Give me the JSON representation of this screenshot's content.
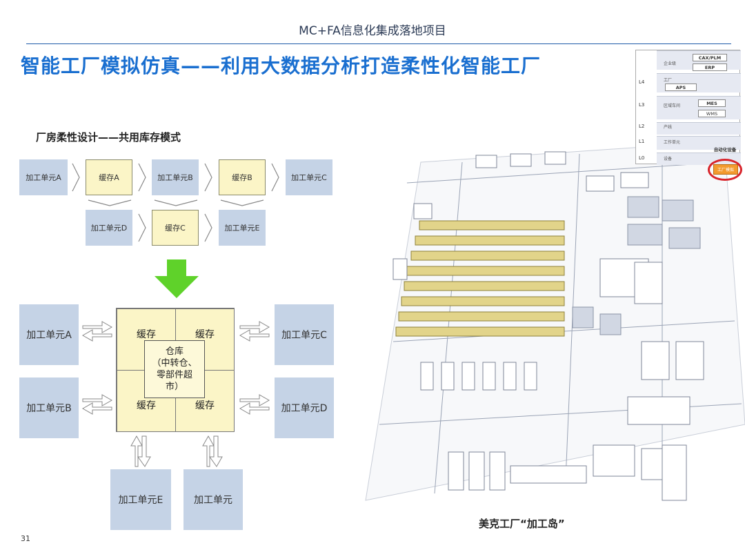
{
  "header": {
    "project_title": "MC+FA信息化集成落地项目"
  },
  "title": "智能工厂模拟仿真——利用大数据分析打造柔性化智能工厂",
  "flex_design": {
    "subtitle": "厂房柔性设计——共用库存模式",
    "row1": [
      "加工单元A",
      "缓存A",
      "加工单元B",
      "缓存B",
      "加工单元C"
    ],
    "row2": [
      "加工单元D",
      "缓存C",
      "加工单元E"
    ]
  },
  "shared_warehouse": {
    "units": {
      "a": "加工单元A",
      "b": "加工单元B",
      "c": "加工单元C",
      "d": "加工单元D",
      "e": "加工单元E",
      "f": "加工单元"
    },
    "buffers": [
      "缓存",
      "缓存",
      "缓存",
      "缓存"
    ],
    "center_lines": [
      "仓库",
      "（中转仓、",
      "零部件超",
      "市）"
    ]
  },
  "levels_panel": {
    "rows": [
      {
        "level": "",
        "name": "企业级",
        "boxes": [
          "CAX/PLM",
          "ERP"
        ]
      },
      {
        "level": "L4",
        "name": "工厂",
        "boxes": [
          "APS"
        ]
      },
      {
        "level": "L3",
        "name": "区域车间",
        "boxes": [
          "MES",
          "WMS"
        ]
      },
      {
        "level": "L2",
        "name": "产线",
        "boxes": []
      },
      {
        "level": "L1",
        "name": "工作单元",
        "boxes": [
          "自动化设备"
        ]
      },
      {
        "level": "L0",
        "name": "设备",
        "boxes": []
      }
    ],
    "button": "工厂模拟"
  },
  "caption": "美克工厂“加工岛”",
  "page_number": "31",
  "colors": {
    "title_blue": "#1a6fd0",
    "unit_fill": "#c5d3e6",
    "buffer_fill": "#fbf5c7",
    "green_arrow": "#5fd22a",
    "highlight_red": "#d8242b",
    "button_orange": "#f39a2e"
  }
}
